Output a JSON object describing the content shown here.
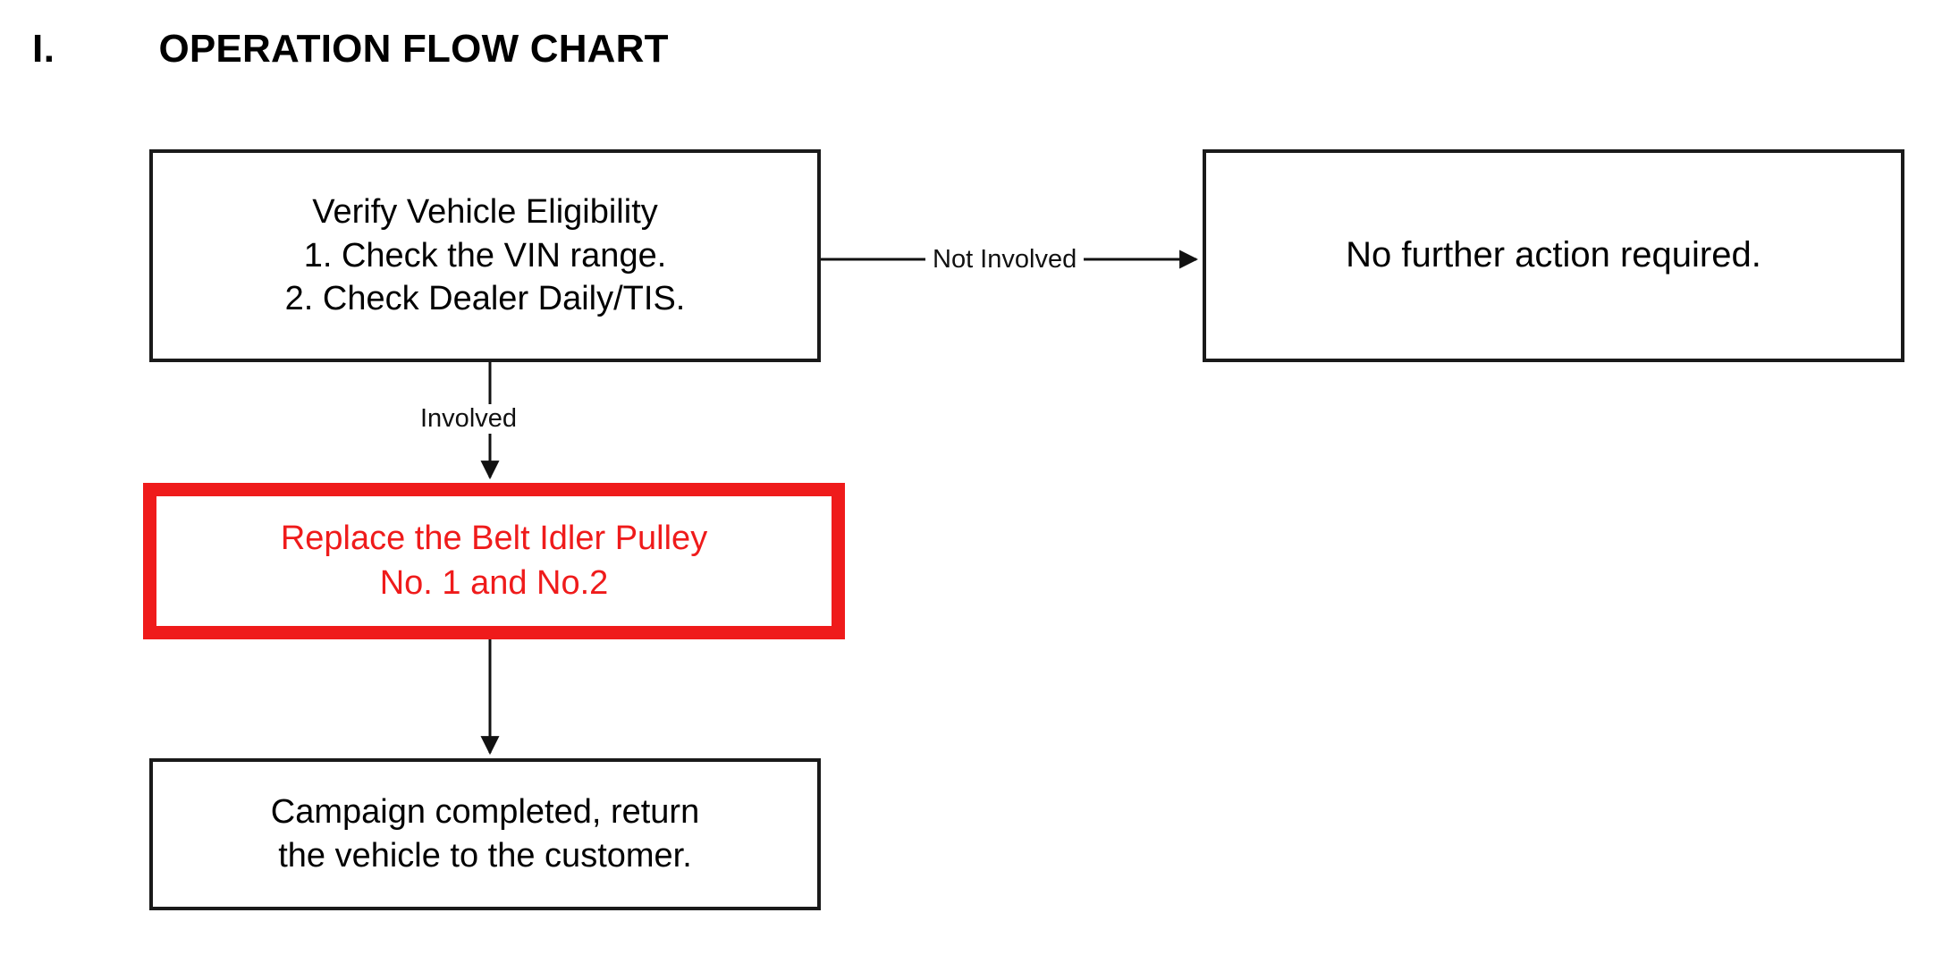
{
  "document": {
    "section_numeral": "I.",
    "section_title": "OPERATION FLOW CHART"
  },
  "colors": {
    "highlight_red": "#ef1b1b",
    "box_border": "#1a1a1a",
    "background": "#ffffff",
    "text": "#000000"
  },
  "chart_data": {
    "type": "diagram",
    "title": "OPERATION FLOW CHART",
    "orientation": "top-down",
    "nodes": [
      {
        "id": "verify",
        "shape": "rectangle",
        "border_color": "#1a1a1a",
        "text_color": "#000000",
        "lines": [
          "Verify Vehicle Eligibility",
          "1. Check the VIN range.",
          "2. Check Dealer Daily/TIS."
        ]
      },
      {
        "id": "no-action",
        "shape": "rectangle",
        "border_color": "#1a1a1a",
        "text_color": "#000000",
        "lines": [
          "No further action required."
        ]
      },
      {
        "id": "replace",
        "shape": "rectangle",
        "border_color": "#ef1b1b",
        "text_color": "#ef1b1b",
        "highlighted": true,
        "lines": [
          "Replace the Belt Idler Pulley",
          "No. 1 and No.2"
        ]
      },
      {
        "id": "completed",
        "shape": "rectangle",
        "border_color": "#1a1a1a",
        "text_color": "#000000",
        "lines": [
          "Campaign completed, return",
          "the vehicle to the customer."
        ]
      }
    ],
    "edges": [
      {
        "from": "verify",
        "to": "no-action",
        "label": "Not Involved",
        "direction": "right"
      },
      {
        "from": "verify",
        "to": "replace",
        "label": "Involved",
        "direction": "down"
      },
      {
        "from": "replace",
        "to": "completed",
        "label": "",
        "direction": "down"
      }
    ]
  }
}
